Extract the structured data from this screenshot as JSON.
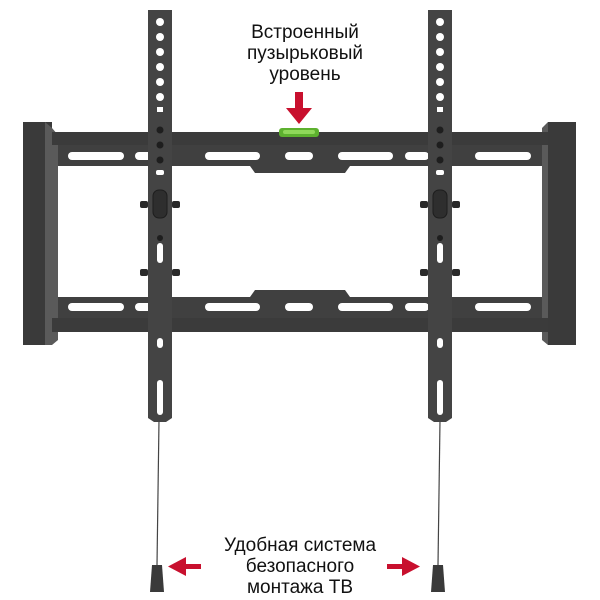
{
  "product": {
    "name": "tilting-tv-wall-mount",
    "colors": {
      "metal": "#3f3f3f",
      "metal_dark": "#2b2b2b",
      "metal_light": "#5a5a5a",
      "bubble_level": "#6fbf3a",
      "arrow": "#c8102e",
      "text": "#111111"
    }
  },
  "annotations": {
    "top": {
      "lines": [
        "Встроенный",
        "пузырьковый",
        "уровень"
      ],
      "arrow_direction": "down"
    },
    "bottom": {
      "lines": [
        "Удобная система",
        "безопасного",
        "монтажа ТВ"
      ],
      "arrow_left_direction": "left",
      "arrow_right_direction": "right"
    }
  }
}
